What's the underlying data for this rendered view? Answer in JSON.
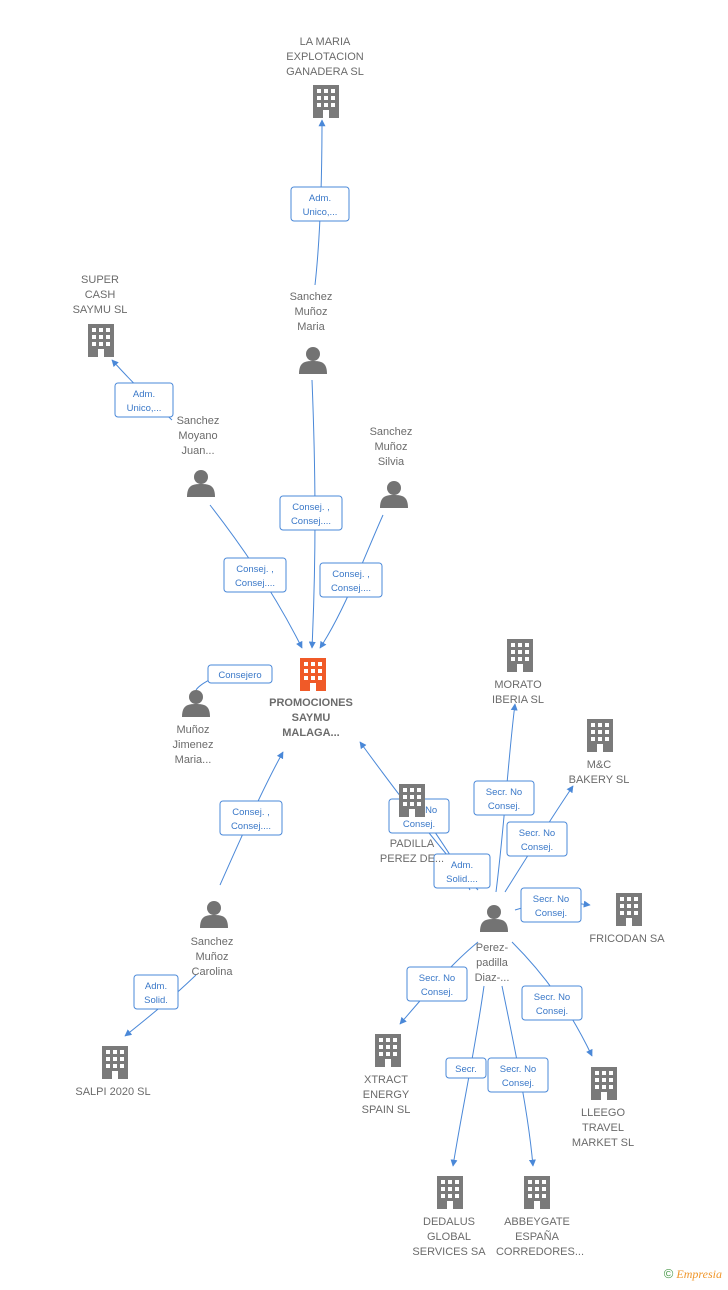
{
  "nodes": [
    {
      "id": "la-maria",
      "type": "company",
      "lines": [
        "LA MARIA",
        "EXPLOTACION",
        "GANADERA  SL"
      ]
    },
    {
      "id": "super-cash",
      "type": "company",
      "lines": [
        "SUPER",
        "CASH",
        "SAYMU  SL"
      ]
    },
    {
      "id": "sanchez-munoz-maria",
      "type": "person",
      "lines": [
        "Sanchez",
        "Muñoz",
        "Maria"
      ]
    },
    {
      "id": "sanchez-moyano",
      "type": "person",
      "lines": [
        "Sanchez",
        "Moyano",
        "Juan..."
      ]
    },
    {
      "id": "sanchez-munoz-silvia",
      "type": "person",
      "lines": [
        "Sanchez",
        "Muñoz",
        "Silvia"
      ]
    },
    {
      "id": "promociones",
      "type": "company-main",
      "lines": [
        "PROMOCIONES",
        "SAYMU",
        "MALAGA..."
      ]
    },
    {
      "id": "munoz-jimenez",
      "type": "person",
      "lines": [
        "Muñoz",
        "Jimenez",
        "Maria..."
      ]
    },
    {
      "id": "morato",
      "type": "company",
      "lines": [
        "MORATO",
        "IBERIA  SL"
      ]
    },
    {
      "id": "mc-bakery",
      "type": "company",
      "lines": [
        "M&C",
        "BAKERY  SL"
      ]
    },
    {
      "id": "padilla",
      "type": "company",
      "lines": [
        "PADILLA",
        "PEREZ DE..."
      ]
    },
    {
      "id": "perez-padilla",
      "type": "person",
      "lines": [
        "Perez-",
        "padilla",
        "Diaz-..."
      ]
    },
    {
      "id": "fricodan",
      "type": "company",
      "lines": [
        "FRICODAN SA"
      ]
    },
    {
      "id": "sanchez-munoz-carolina",
      "type": "person",
      "lines": [
        "Sanchez",
        "Muñoz",
        "Carolina"
      ]
    },
    {
      "id": "salpi",
      "type": "company",
      "lines": [
        "SALPI 2020  SL"
      ]
    },
    {
      "id": "xtract",
      "type": "company",
      "lines": [
        "XTRACT",
        "ENERGY",
        "SPAIN SL"
      ]
    },
    {
      "id": "lleego",
      "type": "company",
      "lines": [
        "LLEEGO",
        "TRAVEL",
        "MARKET  SL"
      ]
    },
    {
      "id": "dedalus",
      "type": "company",
      "lines": [
        "DEDALUS",
        "GLOBAL",
        "SERVICES SA"
      ]
    },
    {
      "id": "abbeygate",
      "type": "company",
      "lines": [
        "ABBEYGATE",
        "ESPAÑA",
        "CORREDORES..."
      ]
    }
  ],
  "edges": [
    {
      "id": "e1",
      "lines": [
        "Adm.",
        "Unico,..."
      ]
    },
    {
      "id": "e2",
      "lines": [
        "Adm.",
        "Unico,..."
      ]
    },
    {
      "id": "e3",
      "lines": [
        "Consej. ,",
        "Consej...."
      ]
    },
    {
      "id": "e4",
      "lines": [
        "Consej. ,",
        "Consej...."
      ]
    },
    {
      "id": "e5",
      "lines": [
        "Consej. ,",
        "Consej...."
      ]
    },
    {
      "id": "e6",
      "lines": [
        "Consejero"
      ]
    },
    {
      "id": "e7",
      "lines": [
        "Consej. ,",
        "Consej...."
      ]
    },
    {
      "id": "e8",
      "lines": [
        "Adm.",
        "Solid."
      ]
    },
    {
      "id": "e9",
      "lines": [
        "Secr.  No",
        "Consej."
      ]
    },
    {
      "id": "e10",
      "lines": [
        "Adm.",
        "Solid...."
      ]
    },
    {
      "id": "e11",
      "lines": [
        "Secr.  No",
        "Consej."
      ]
    },
    {
      "id": "e12",
      "lines": [
        "Secr.  No",
        "Consej."
      ]
    },
    {
      "id": "e13",
      "lines": [
        "Secr.  No",
        "Consej."
      ]
    },
    {
      "id": "e14",
      "lines": [
        "Secr.  No",
        "Consej."
      ]
    },
    {
      "id": "e15",
      "lines": [
        "Secr.  No",
        "Consej."
      ]
    },
    {
      "id": "e16",
      "lines": [
        "Secr."
      ]
    },
    {
      "id": "e17",
      "lines": [
        "Secr.  No",
        "Consej."
      ]
    }
  ],
  "footer": {
    "copyright": "©",
    "brand": "mpresia",
    "brand_initial": "E"
  }
}
